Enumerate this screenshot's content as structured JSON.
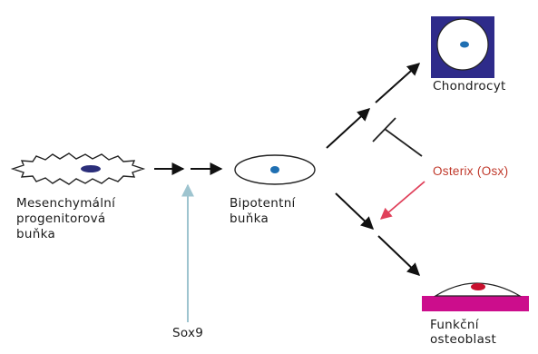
{
  "labels": {
    "progenitor_line1": "Mesenchymální",
    "progenitor_line2": "progenitorová",
    "progenitor_line3": "buňka",
    "bipotent_line1": "Bipotentní",
    "bipotent_line2": "buňka",
    "chondrocyte": "Chondrocyt",
    "osterix": "Osterix (Osx)",
    "sox9": "Sox9",
    "osteoblast_line1": "Funkční",
    "osteoblast_line2": "osteoblast"
  },
  "colors": {
    "nucleus_dark": "#2b2e7a",
    "nucleus_blue": "#1f6fb2",
    "chondro_frame": "#2e2b8a",
    "osteoblast_base": "#cc0d8c",
    "osteoblast_nucleus": "#c8102e",
    "osterix_arrow": "#e0405a",
    "sox9_arrow": "#9ec4cf"
  }
}
